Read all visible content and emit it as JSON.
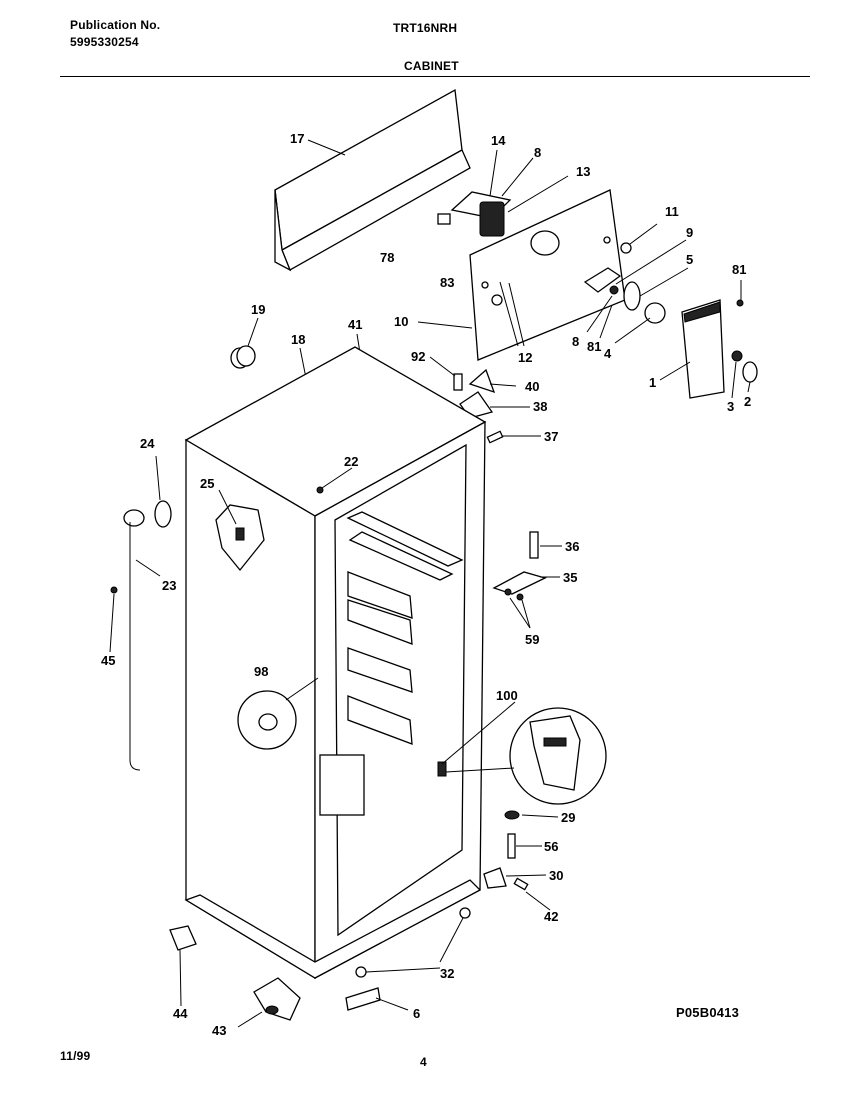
{
  "header": {
    "pub_label": "Publication No.",
    "pub_number": "5995330254",
    "model": "TRT16NRH",
    "section": "CABINET"
  },
  "footer": {
    "date": "11/99",
    "page": "4",
    "drawing_id": "P05B0413"
  },
  "callouts": {
    "c17": "17",
    "c14": "14",
    "c8a": "8",
    "c13": "13",
    "c11": "11",
    "c9": "9",
    "c5": "5",
    "c81a": "81",
    "c78": "78",
    "c83": "83",
    "c10": "10",
    "c12": "12",
    "c8b": "8",
    "c81b": "81",
    "c4": "4",
    "c1": "1",
    "c3": "3",
    "c2": "2",
    "c19": "19",
    "c18": "18",
    "c41": "41",
    "c92": "92",
    "c40": "40",
    "c38": "38",
    "c37": "37",
    "c24": "24",
    "c22": "22",
    "c25": "25",
    "c23": "23",
    "c45": "45",
    "c36": "36",
    "c35": "35",
    "c59": "59",
    "c98": "98",
    "c100": "100",
    "c29": "29",
    "c56": "56",
    "c30": "30",
    "c42": "42",
    "c32": "32",
    "c44": "44",
    "c6": "6",
    "c43": "43"
  }
}
